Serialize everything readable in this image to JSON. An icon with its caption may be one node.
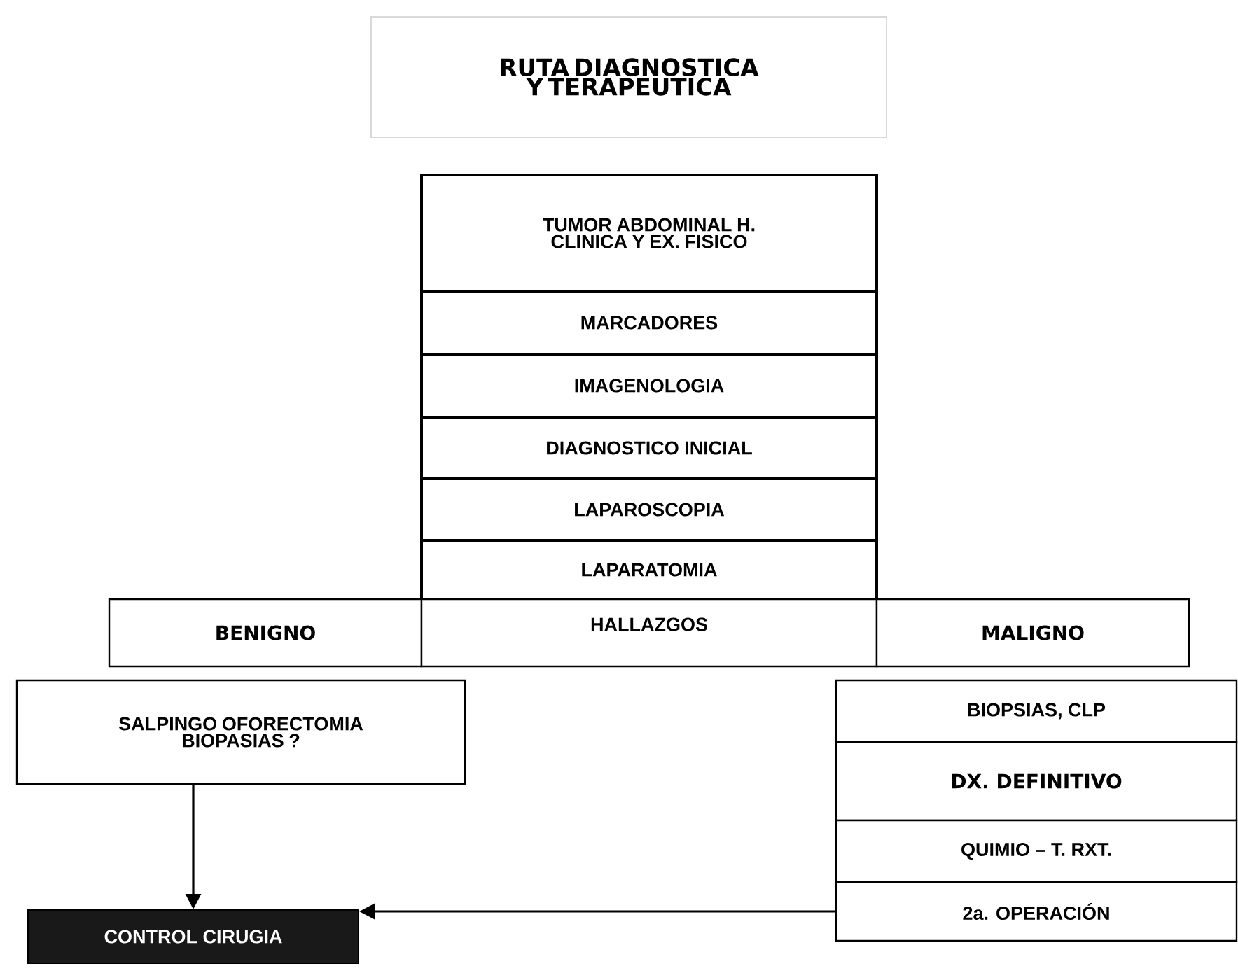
{
  "diagram": {
    "nodes": [
      {
        "text": [
          "RUTA DIAGNOSTICA Y TERAPEUTICA"
        ]
      },
      {
        "text": [
          "TUMOR ABDOMINAL H. CLINICA Y EX. FISICO"
        ]
      },
      {
        "text": [
          "MARCADORES"
        ]
      },
      {
        "text": [
          "IMAGENOLOGIA"
        ]
      },
      {
        "text": [
          "DIAGNOSTICO INICIAL"
        ]
      },
      {
        "text": [
          "LAPAROSCOPIA"
        ]
      },
      {
        "text": [
          "LAPARATOMIA"
        ]
      },
      {
        "text": [
          "BENIGNO"
        ]
      },
      {
        "text": [
          "HALLAZGOS"
        ]
      },
      {
        "text": [
          "MALIGNO"
        ]
      },
      {
        "text": [
          "SALPINGO OFORECTOMIA BIOPASIAS ?"
        ]
      },
      {
        "text": [
          "BIOPSIAS, CLP"
        ]
      },
      {
        "text": [
          "DX. DEFINITIVO"
        ]
      },
      {
        "text": [
          "QUIMIO – T. RXT."
        ]
      },
      {
        "text": [
          "2a. OPERACIÓN"
        ]
      },
      {
        "text": [
          "CONTROL CIRUGIA"
        ]
      }
    ],
    "edges": [
      {
        "from": 10,
        "to": 15,
        "arrow": "to"
      },
      {
        "from": 14,
        "to": 15,
        "arrow": "to"
      }
    ]
  }
}
